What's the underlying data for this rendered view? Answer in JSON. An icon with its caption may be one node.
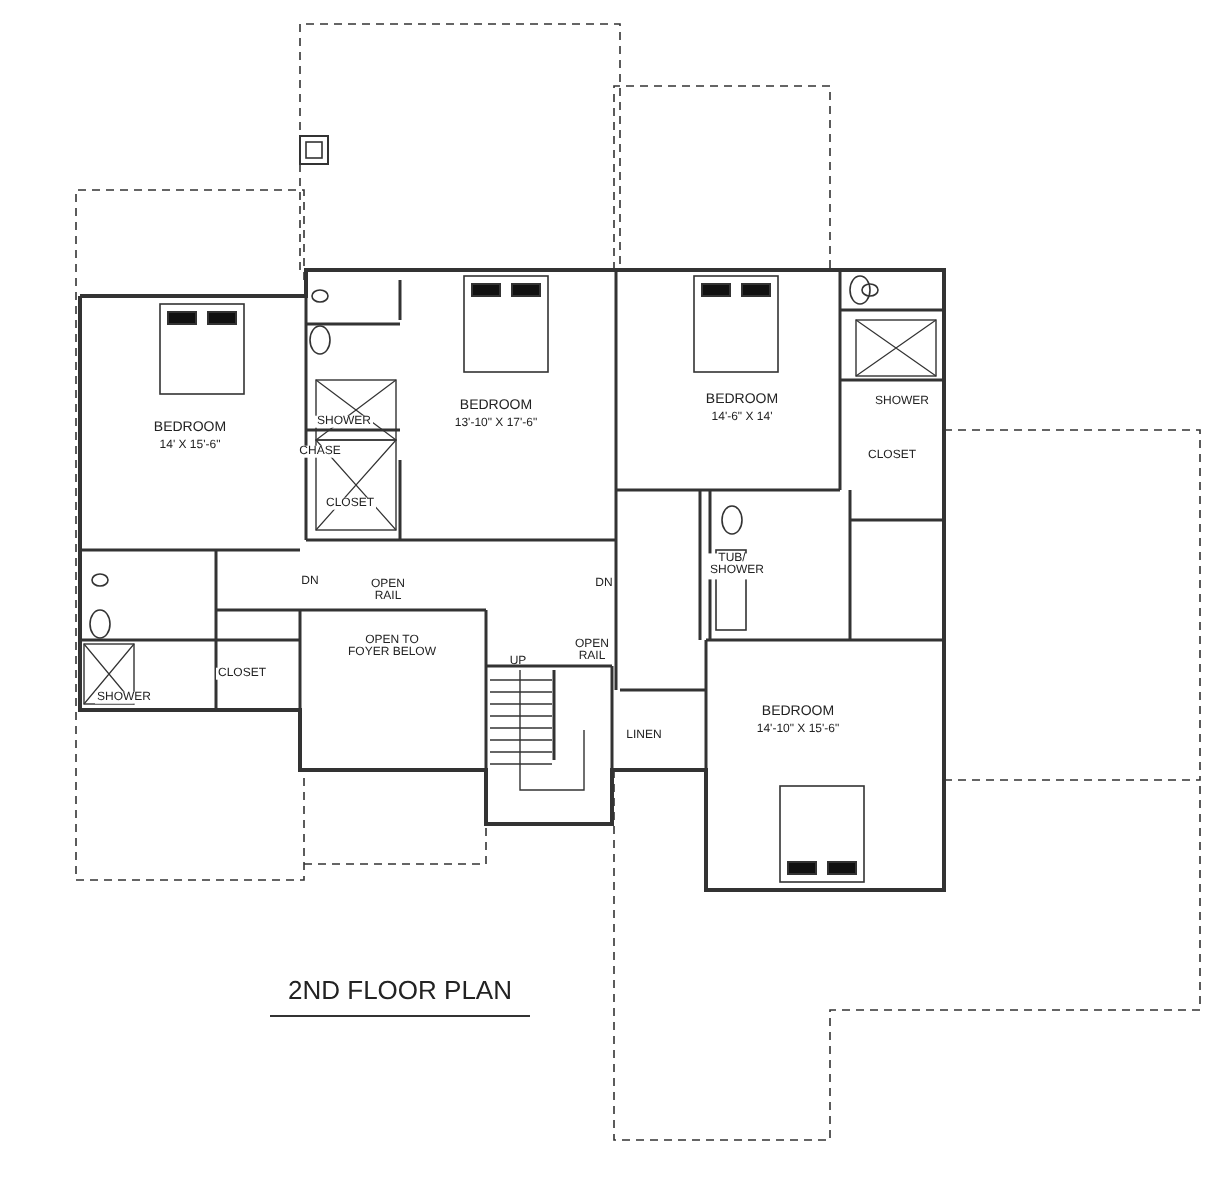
{
  "diagram": {
    "title": "2ND FLOOR PLAN",
    "labels": [
      "SHOWER",
      "BEDROOM",
      "14' X 15'-6\"",
      "BEDROOM",
      "13'-10\" X 17'-6\"",
      "BEDROOM",
      "14'-6\" X 14'",
      "SHOWER",
      "CHASE",
      "CLOSET",
      "CLOSET",
      "DN",
      "DN",
      "OPEN RAIL",
      "TUB/ SHOWER",
      "OPEN TO FOYER BELOW",
      "CLOSET",
      "OPEN RAIL",
      "SHOWER",
      "UP",
      "LINEN",
      "BEDROOM",
      "14'-10\" X 15'-6\""
    ]
  }
}
